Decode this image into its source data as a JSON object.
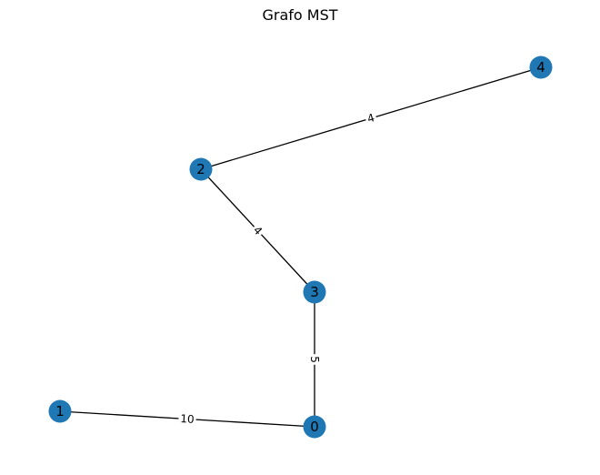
{
  "title": "Grafo MST",
  "node_color": "#1f77b4",
  "edge_color": "#000000",
  "nodes": [
    {
      "id": "0",
      "label": "0"
    },
    {
      "id": "1",
      "label": "1"
    },
    {
      "id": "2",
      "label": "2"
    },
    {
      "id": "3",
      "label": "3"
    },
    {
      "id": "4",
      "label": "4"
    }
  ],
  "edges": [
    {
      "source": "2",
      "target": "4",
      "weight": "4"
    },
    {
      "source": "2",
      "target": "3",
      "weight": "4"
    },
    {
      "source": "3",
      "target": "0",
      "weight": "5"
    },
    {
      "source": "1",
      "target": "0",
      "weight": "10"
    }
  ]
}
